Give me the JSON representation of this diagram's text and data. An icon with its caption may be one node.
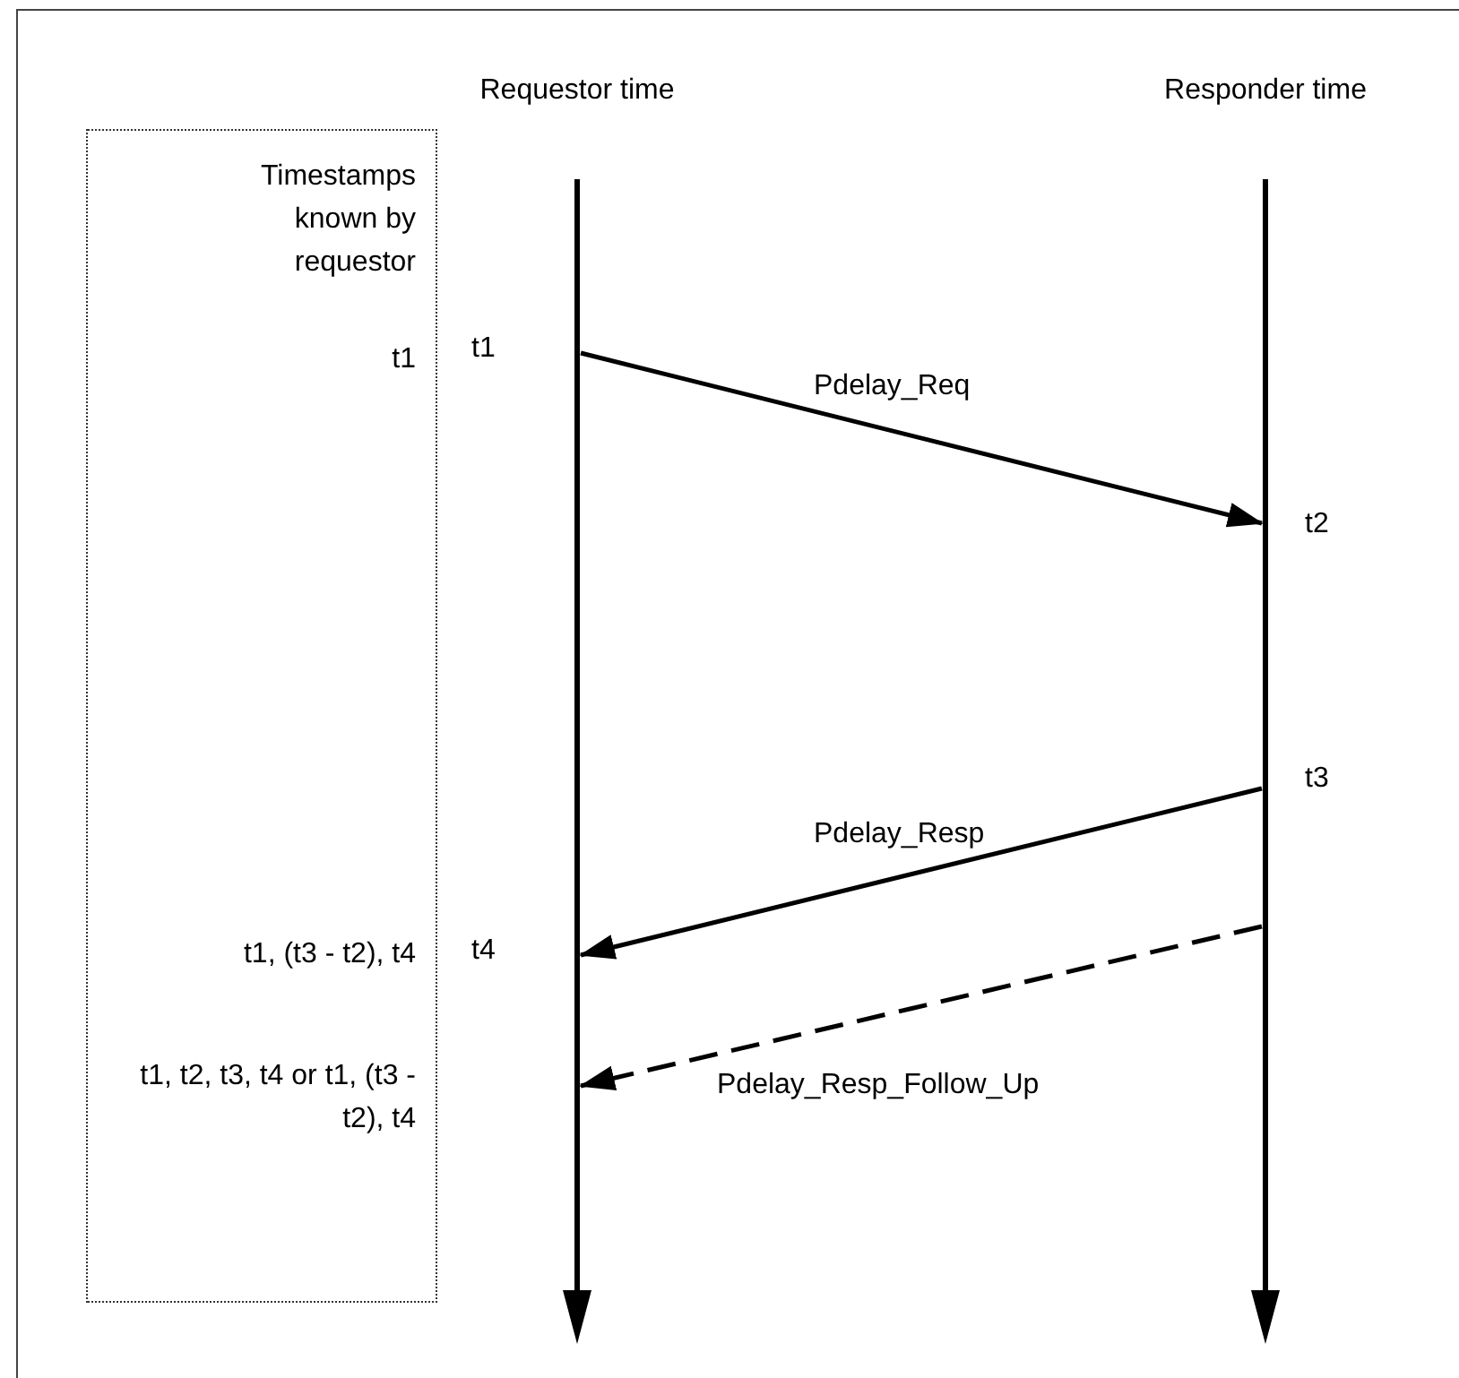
{
  "diagram": {
    "nodes": [
      {
        "text": [
          "Requestor time"
        ]
      },
      {
        "text": [
          "Responder time"
        ]
      },
      {
        "text": [
          "Timestamps known by requestor",
          "t1",
          "t1, (t3 - t2), t4",
          "t1, t2, t3, t4 or t1, (t3 - t2), t4"
        ]
      }
    ],
    "edges": [
      {
        "from": 0,
        "to": 1,
        "arrow": "to",
        "label": "Pdelay_Req"
      },
      {
        "from": 1,
        "to": 0,
        "arrow": "to",
        "label": "Pdelay_Resp"
      },
      {
        "from": 1,
        "to": 0,
        "arrow": "to",
        "label": "Pdelay_Resp_Follow_Up",
        "style": "dashed"
      }
    ],
    "labels": [
      "t1",
      "t2",
      "t3",
      "t4"
    ]
  }
}
